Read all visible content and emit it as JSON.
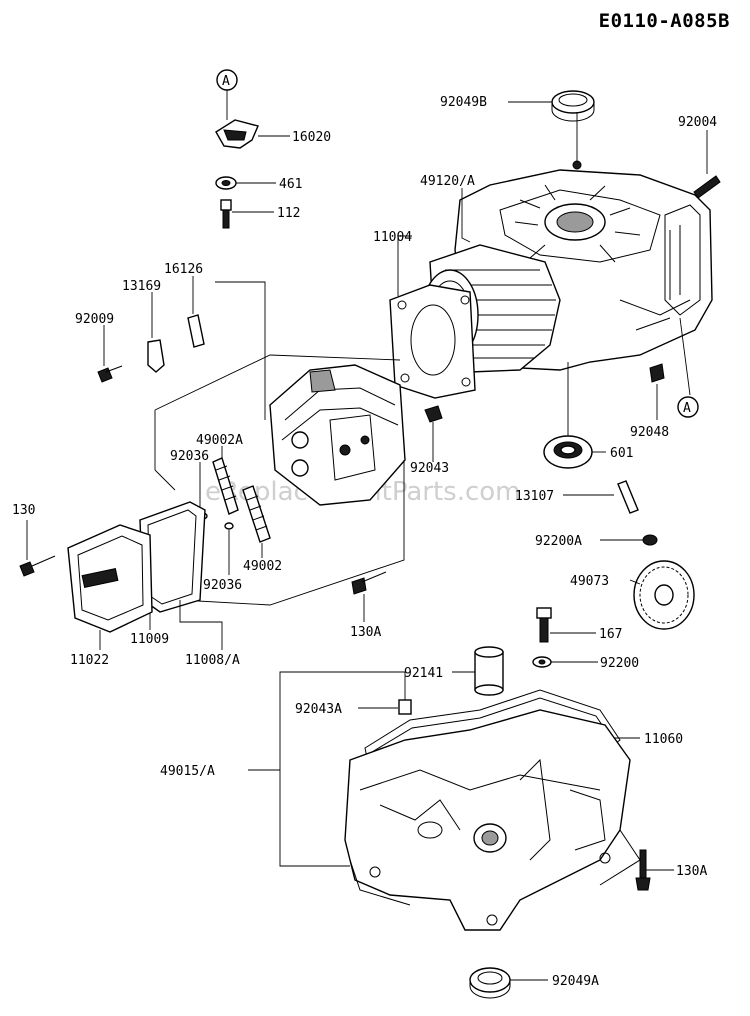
{
  "diagram_code": "E0110-A085B",
  "watermark": "eReplacementParts.com",
  "ref_marker": "A",
  "labels": {
    "l92049B": "92049B",
    "l92004": "92004",
    "l16020": "16020",
    "l461": "461",
    "l112": "112",
    "l49120": "49120/A",
    "l11004": "11004",
    "l16126": "16126",
    "l13169": "13169",
    "l92009": "92009",
    "l49002A": "49002A",
    "l92036a": "92036",
    "l92043": "92043",
    "l92048": "92048",
    "l601": "601",
    "l130": "130",
    "l13107": "13107",
    "l92200A": "92200A",
    "l49002": "49002",
    "l92036b": "92036",
    "l49073": "49073",
    "l130A_a": "130A",
    "l11009": "11009",
    "l11022": "11022",
    "l11008": "11008/A",
    "l167": "167",
    "l92141": "92141",
    "l92200": "92200",
    "l92043A": "92043A",
    "l11060": "11060",
    "l49015": "49015/A",
    "l130A_b": "130A",
    "l92049A": "92049A"
  }
}
